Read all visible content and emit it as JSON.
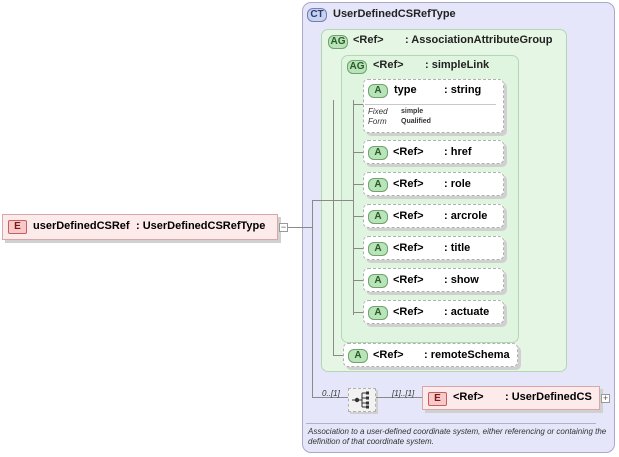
{
  "complex_type": {
    "badge": "CT",
    "name": "UserDefinedCSRefType"
  },
  "root_element": {
    "badge": "E",
    "name": "userDefinedCSRef",
    "type": ": UserDefinedCSRefType"
  },
  "attribute_group_outer": {
    "badge": "AG",
    "ref": "<Ref>",
    "name": ": AssociationAttributeGroup"
  },
  "attribute_group_inner": {
    "badge": "AG",
    "ref": "<Ref>",
    "name": ": simpleLink"
  },
  "type_attribute": {
    "badge": "A",
    "name": "type",
    "type": ": string",
    "fixed_label": "Fixed",
    "fixed_value": "simple",
    "form_label": "Form",
    "form_value": "Qualified"
  },
  "ref_attributes": [
    {
      "badge": "A",
      "ref": "<Ref>",
      "name": ": href"
    },
    {
      "badge": "A",
      "ref": "<Ref>",
      "name": ": role"
    },
    {
      "badge": "A",
      "ref": "<Ref>",
      "name": ": arcrole"
    },
    {
      "badge": "A",
      "ref": "<Ref>",
      "name": ": title"
    },
    {
      "badge": "A",
      "ref": "<Ref>",
      "name": ": show"
    },
    {
      "badge": "A",
      "ref": "<Ref>",
      "name": ": actuate"
    }
  ],
  "remote_schema": {
    "badge": "A",
    "ref": "<Ref>",
    "name": ": remoteSchema"
  },
  "sequence": {
    "occurrence": "0..[1]"
  },
  "child_element": {
    "badge": "E",
    "ref": "<Ref>",
    "name": ": UserDefinedCS",
    "occurrence": "[1]..[1]"
  },
  "documentation": "Association to a user-defined coordinate system, either referencing or containing the definition of that coordinate system.",
  "colors": {
    "complex_type_bg": "#e6e6fa",
    "attribute_group_bg": "#e5f6e5",
    "element_badge": "#f9c8c8",
    "attribute_badge": "#b9e3b9"
  }
}
